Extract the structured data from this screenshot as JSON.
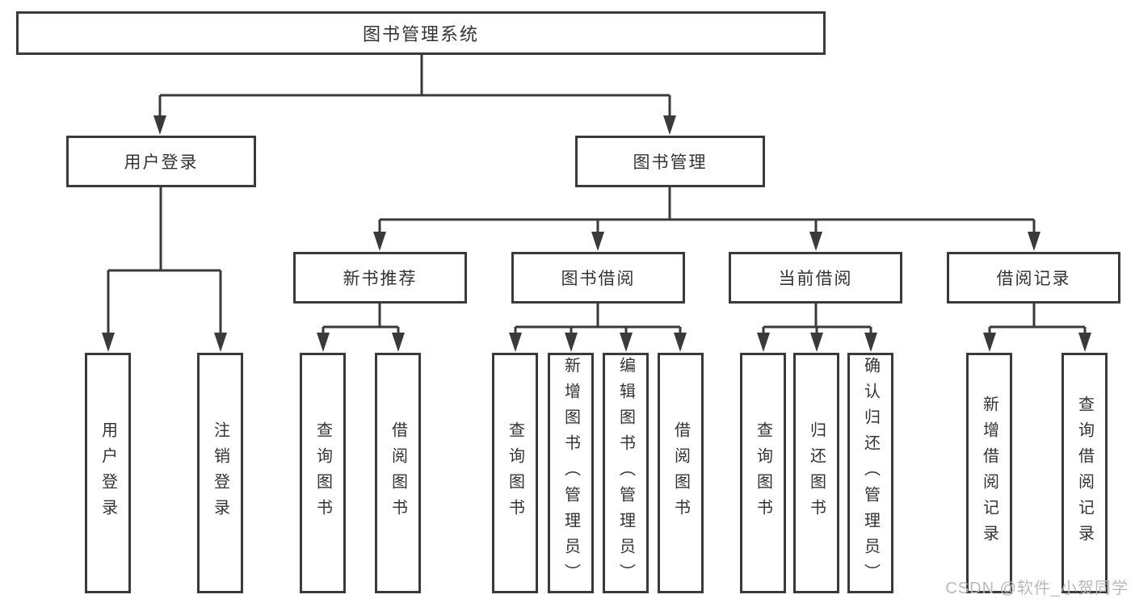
{
  "diagram": {
    "title": "图书管理系统",
    "root": {
      "label": "图书管理系统"
    },
    "level2": [
      {
        "id": "user-login",
        "label": "用户登录"
      },
      {
        "id": "book-management",
        "label": "图书管理"
      }
    ],
    "level3": [
      {
        "id": "new-book-recommend",
        "label": "新书推荐",
        "parent": "图书管理"
      },
      {
        "id": "book-borrow",
        "label": "图书借阅",
        "parent": "图书管理"
      },
      {
        "id": "current-borrow",
        "label": "当前借阅",
        "parent": "图书管理"
      },
      {
        "id": "borrow-records",
        "label": "借阅记录",
        "parent": "图书管理"
      }
    ],
    "leaves": [
      {
        "label": "用户登录",
        "parent": "用户登录"
      },
      {
        "label": "注销登录",
        "parent": "用户登录"
      },
      {
        "label": "查询图书",
        "parent": "新书推荐"
      },
      {
        "label": "借阅图书",
        "parent": "新书推荐"
      },
      {
        "label": "查询图书",
        "parent": "图书借阅"
      },
      {
        "label": "新增图书（管理员）",
        "parent": "图书借阅"
      },
      {
        "label": "编辑图书（管理员）",
        "parent": "图书借阅"
      },
      {
        "label": "借阅图书",
        "parent": "图书借阅"
      },
      {
        "label": "查询图书",
        "parent": "当前借阅"
      },
      {
        "label": "归还图书",
        "parent": "当前借阅"
      },
      {
        "label": "确认归还（管理员）",
        "parent": "当前借阅"
      },
      {
        "label": "新增借阅记录",
        "parent": "借阅记录"
      },
      {
        "label": "查询借阅记录",
        "parent": "借阅记录"
      }
    ]
  },
  "watermark": {
    "text": "CSDN @软件_小贺同学"
  },
  "colors": {
    "line": "#3a3a3a",
    "text": "#333333",
    "box_background": "#ffffff",
    "watermark": "#b9b9b9",
    "background": "#ffffff"
  }
}
